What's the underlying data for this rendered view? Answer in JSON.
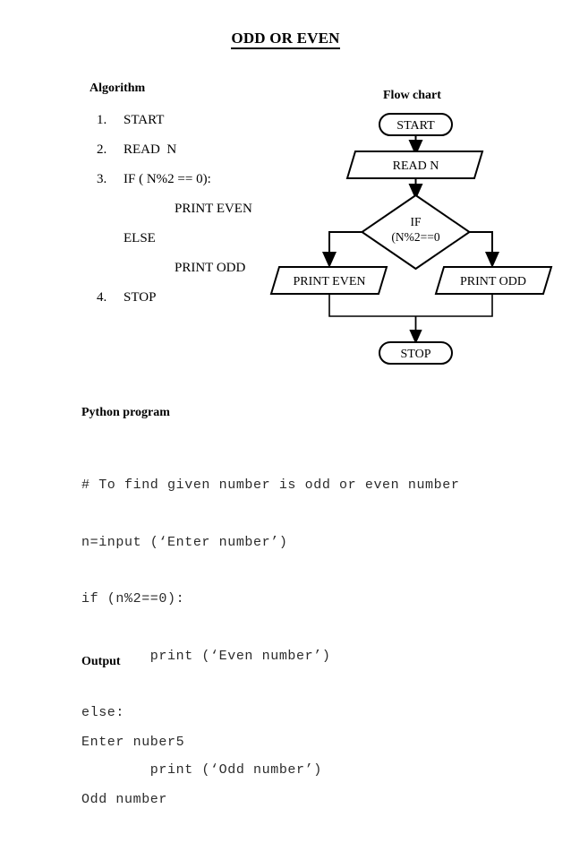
{
  "document": {
    "title": "ODD OR EVEN"
  },
  "sections": {
    "algorithm_heading": "Algorithm",
    "flowchart_heading": "Flow chart",
    "python_heading": "Python program",
    "output_heading": "Output"
  },
  "algorithm": {
    "steps": [
      {
        "num": "1.",
        "text": "START",
        "indent": 1
      },
      {
        "num": "2.",
        "text": "READ  N",
        "indent": 1
      },
      {
        "num": "3.",
        "text": "IF ( N%2 == 0):",
        "indent": 1
      },
      {
        "num": "",
        "text": "PRINT EVEN",
        "indent": 2
      },
      {
        "num": "",
        "text": "ELSE",
        "indent": 1
      },
      {
        "num": "",
        "text": "PRINT ODD",
        "indent": 2
      },
      {
        "num": "4.",
        "text": "STOP",
        "indent": 1
      }
    ]
  },
  "flowchart": {
    "nodes": {
      "start": {
        "label": "START",
        "shape": "terminator"
      },
      "read": {
        "label": "READ  N",
        "shape": "parallelogram"
      },
      "decision_line1": {
        "label": "IF",
        "shape": "diamond"
      },
      "decision_line2": {
        "label": "(N%2==0",
        "shape": "diamond"
      },
      "print_even": {
        "label": "PRINT EVEN",
        "shape": "parallelogram"
      },
      "print_odd": {
        "label": "PRINT ODD",
        "shape": "parallelogram"
      },
      "stop": {
        "label": "STOP",
        "shape": "terminator"
      }
    },
    "stroke_color": "#000000",
    "fill_color": "#ffffff"
  },
  "python_program": {
    "lines": [
      "# To find given number is odd or even number",
      "n=input (‘Enter number’)",
      "if (n%2==0):",
      "        print (‘Even number’)",
      "else:",
      "        print (‘Odd number’)"
    ]
  },
  "output": {
    "lines": [
      "Enter nuber5",
      "Odd number"
    ]
  }
}
